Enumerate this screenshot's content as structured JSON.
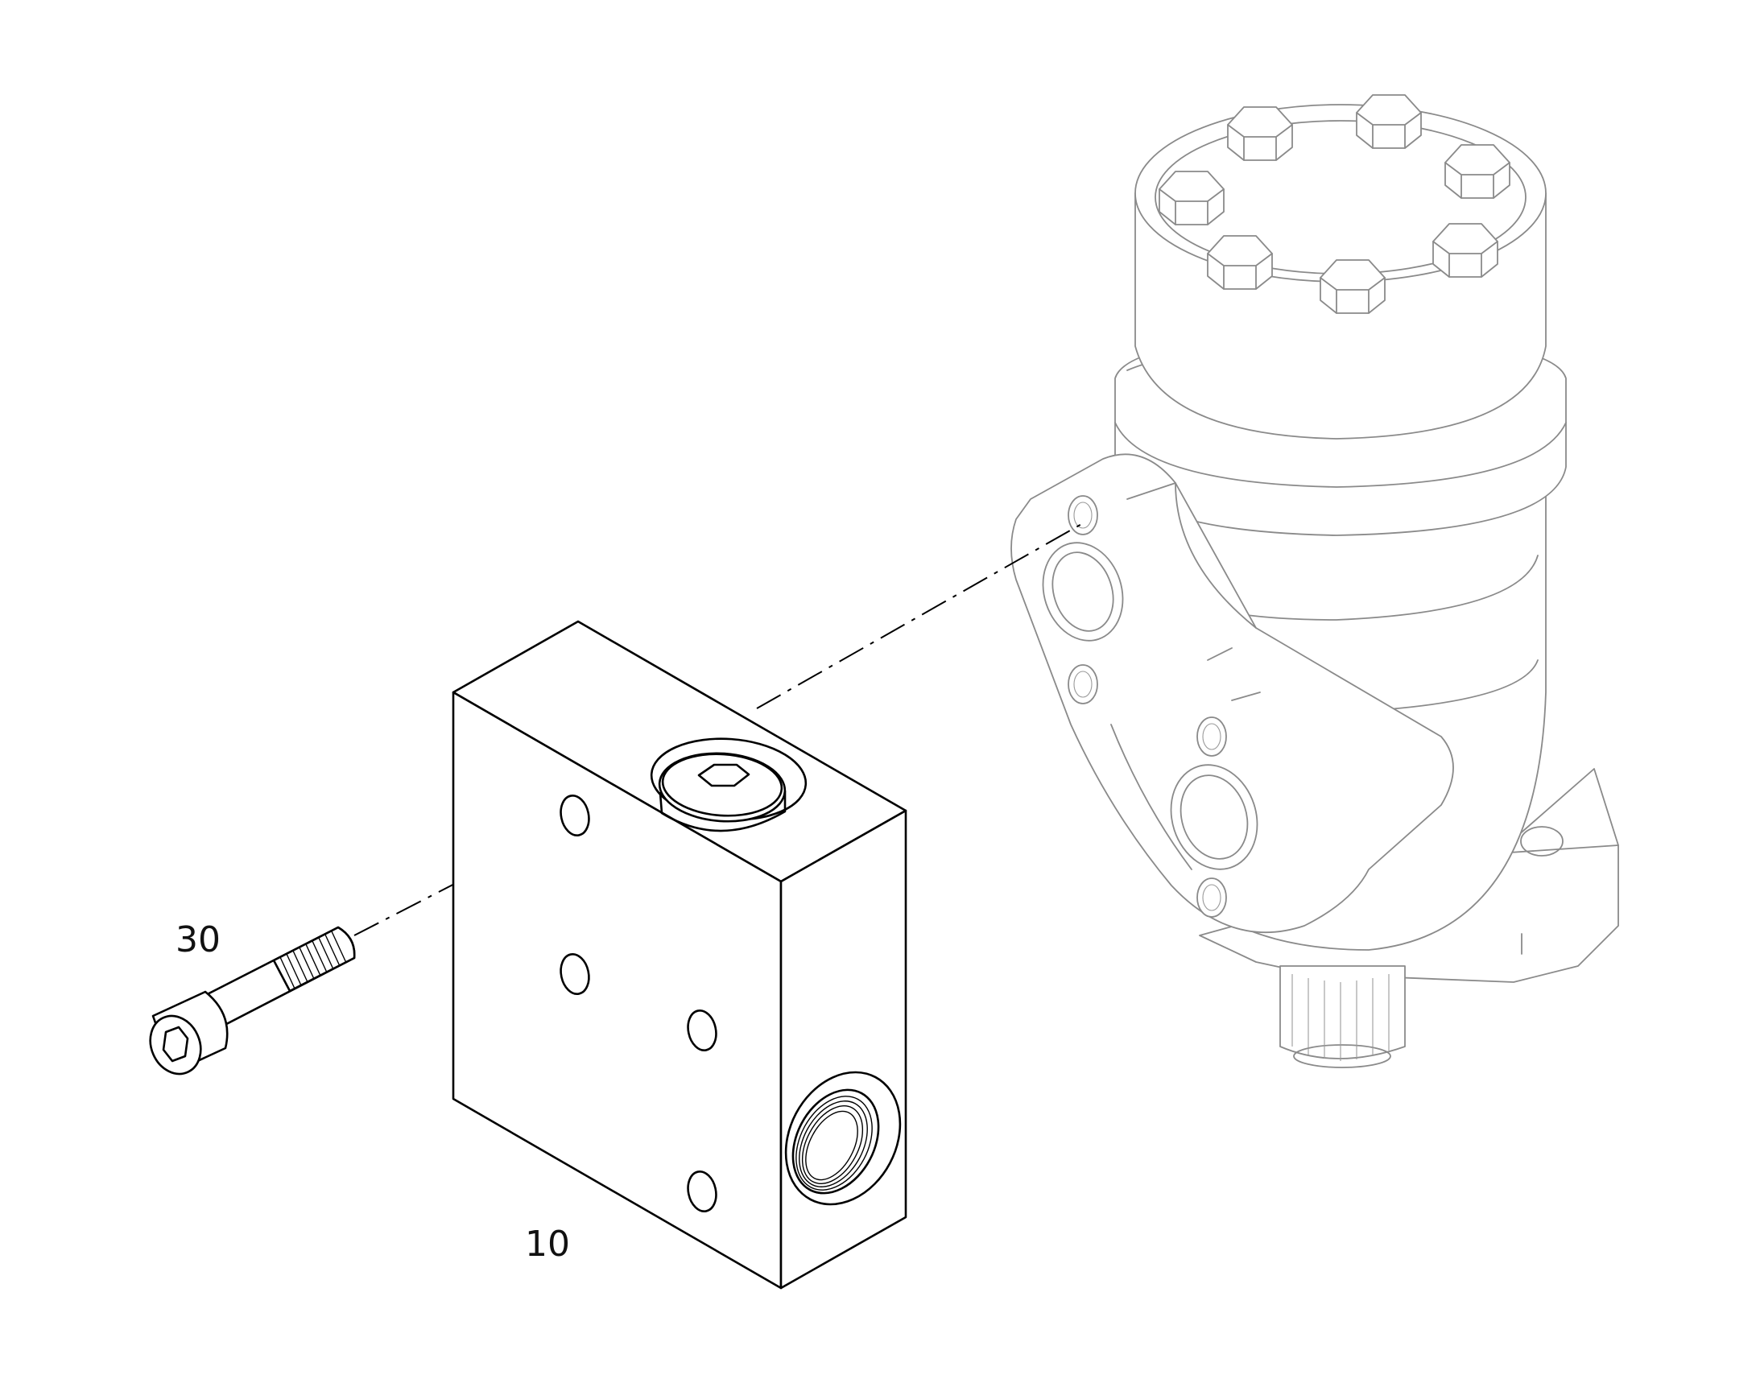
{
  "callouts": [
    {
      "id": "valve-block",
      "label": "10"
    },
    {
      "id": "cap-screw",
      "label": "30"
    }
  ],
  "colors": {
    "line": "#000000",
    "phantom": "#8a8a8a",
    "background": "#ffffff"
  }
}
